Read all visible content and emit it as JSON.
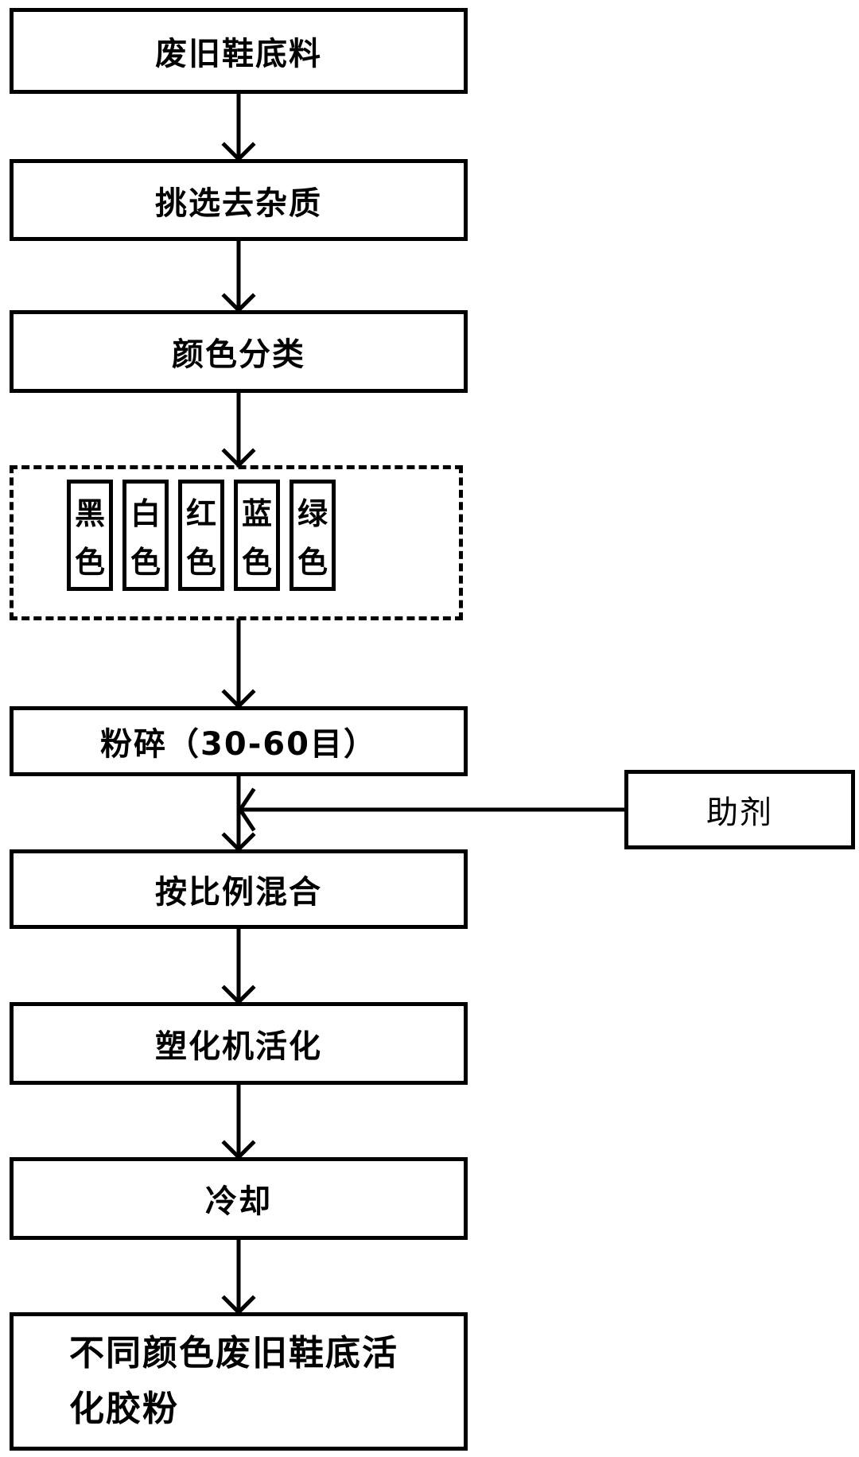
{
  "diagram": {
    "steps": [
      {
        "id": "waste-sole-material",
        "label": "废旧鞋底料"
      },
      {
        "id": "sort-remove-impurities",
        "label": "挑选去杂质"
      },
      {
        "id": "color-classification",
        "label": "颜色分类"
      },
      {
        "id": "crush",
        "label": "粉碎（30-60目）"
      },
      {
        "id": "mix-by-ratio",
        "label": "按比例混合"
      },
      {
        "id": "plasticizer-activation",
        "label": "塑化机活化"
      },
      {
        "id": "cool",
        "label": "冷却"
      },
      {
        "id": "result",
        "label": "不同颜色废旧鞋底活化胶粉"
      }
    ],
    "color_group": {
      "items": [
        {
          "id": "black",
          "chars": [
            "黑",
            "色"
          ]
        },
        {
          "id": "white",
          "chars": [
            "白",
            "色"
          ]
        },
        {
          "id": "red",
          "chars": [
            "红",
            "色"
          ]
        },
        {
          "id": "blue",
          "chars": [
            "蓝",
            "色"
          ]
        },
        {
          "id": "green",
          "chars": [
            "绿",
            "色"
          ]
        }
      ]
    },
    "auxiliary": {
      "id": "additive",
      "label": "助剂"
    },
    "flow": [
      [
        "waste-sole-material",
        "sort-remove-impurities"
      ],
      [
        "sort-remove-impurities",
        "color-classification"
      ],
      [
        "color-classification",
        "color-group"
      ],
      [
        "color-group",
        "crush"
      ],
      [
        "crush",
        "mix-by-ratio"
      ],
      [
        "additive",
        "mix-by-ratio"
      ],
      [
        "mix-by-ratio",
        "plasticizer-activation"
      ],
      [
        "plasticizer-activation",
        "cool"
      ],
      [
        "cool",
        "result"
      ]
    ]
  }
}
